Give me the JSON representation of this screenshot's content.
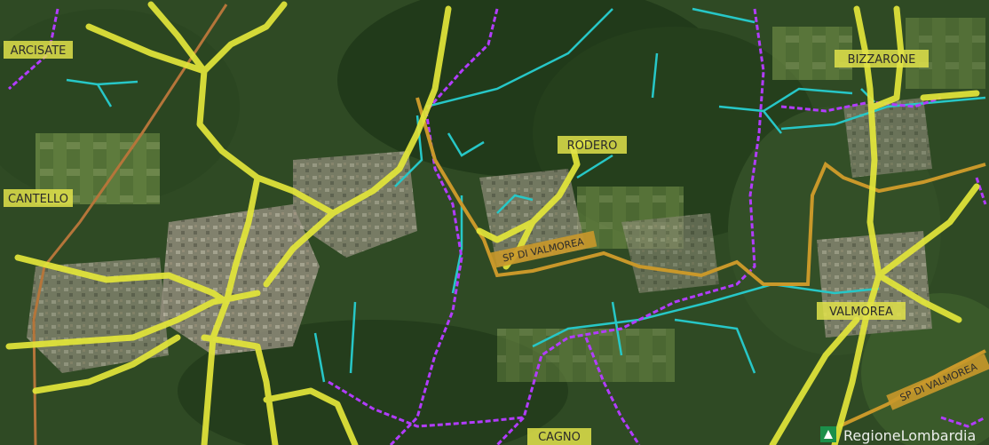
{
  "map": {
    "place_labels": [
      {
        "key": "arcisate",
        "text": "ARCISATE"
      },
      {
        "key": "cantello",
        "text": "CANTELLO"
      },
      {
        "key": "rodero",
        "text": "RODERO"
      },
      {
        "key": "bizzarone",
        "text": "BIZZARONE"
      },
      {
        "key": "valmorea",
        "text": "VALMOREA"
      },
      {
        "key": "cagno",
        "text": "CAGNO"
      }
    ],
    "road_labels": [
      {
        "key": "sp-valmorea-1",
        "text": "SP DI VALMOREA"
      },
      {
        "key": "sp-valmorea-2",
        "text": "SP DI VALMOREA"
      }
    ],
    "logo": {
      "text": "RegioneLombardia"
    },
    "colors": {
      "main_roads": "#e3e63a",
      "provincial_road": "#c9982a",
      "rail": "#b5753a",
      "streams": "#27c7c7",
      "boundary": "#b23cff",
      "label_bg": "#e1e24a",
      "label_text": "#2a2a2a",
      "logo_green": "#1c8f4a"
    }
  }
}
